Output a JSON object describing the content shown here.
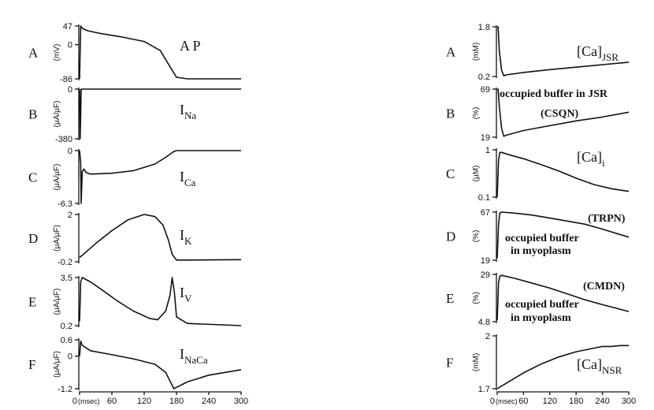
{
  "chart_data": [
    {
      "type": "line",
      "column": "left",
      "letter": "A",
      "title": "A P",
      "ylabel": "(mV)",
      "ylim": [
        -86,
        47
      ],
      "yticks": [
        "47",
        "0",
        "-86"
      ],
      "ytick_values": [
        47,
        0,
        -86
      ],
      "x": [
        0,
        2,
        6,
        15,
        40,
        80,
        120,
        150,
        170,
        180,
        200,
        240,
        300
      ],
      "values": [
        -86,
        47,
        40,
        35,
        28,
        19,
        8,
        -15,
        -60,
        -82,
        -86,
        -86,
        -86
      ]
    },
    {
      "type": "line",
      "column": "left",
      "letter": "B",
      "title": "I",
      "title_sub": "Na",
      "ylabel": "(μA/μF)",
      "ylim": [
        -380,
        0
      ],
      "yticks": [
        "0",
        "-380"
      ],
      "ytick_values": [
        0,
        -380
      ],
      "x": [
        0,
        1,
        2,
        3,
        10,
        300
      ],
      "values": [
        0,
        -380,
        -200,
        0,
        0,
        0
      ]
    },
    {
      "type": "line",
      "column": "left",
      "letter": "C",
      "title": "I",
      "title_sub": "Ca",
      "ylabel": "(μA/μF)",
      "ylim": [
        -6.3,
        0
      ],
      "yticks": [
        "0",
        "-6.3"
      ],
      "ytick_values": [
        0,
        -6.3
      ],
      "x": [
        0,
        2,
        3,
        5,
        8,
        12,
        20,
        60,
        100,
        140,
        160,
        175,
        180,
        200,
        300
      ],
      "values": [
        0,
        -1.5,
        -6.3,
        -2.5,
        -2.2,
        -2.6,
        -2.8,
        -2.7,
        -2.4,
        -1.6,
        -0.8,
        -0.1,
        0,
        0,
        0
      ]
    },
    {
      "type": "line",
      "column": "left",
      "letter": "D",
      "title": "I",
      "title_sub": "K",
      "ylabel": "(μA/μF)",
      "ylim": [
        -0.2,
        2
      ],
      "yticks": [
        "2",
        "-0.2"
      ],
      "ytick_values": [
        2,
        -0.2
      ],
      "x": [
        0,
        5,
        30,
        60,
        90,
        120,
        140,
        155,
        165,
        172,
        180,
        200,
        300
      ],
      "values": [
        0,
        0.1,
        0.65,
        1.25,
        1.75,
        2.0,
        1.9,
        1.5,
        0.8,
        0.15,
        -0.12,
        -0.12,
        -0.1
      ]
    },
    {
      "type": "line",
      "column": "left",
      "letter": "E",
      "title": "I",
      "title_sub": "V",
      "ylabel": "(μA/μF)",
      "ylim": [
        0.2,
        3.5
      ],
      "yticks": [
        "3.5",
        "0.2"
      ],
      "ytick_values": [
        3.5,
        0.2
      ],
      "x": [
        0,
        2,
        5,
        20,
        40,
        70,
        100,
        130,
        145,
        160,
        168,
        172,
        176,
        180,
        200,
        300
      ],
      "values": [
        0.5,
        3.2,
        3.5,
        3.2,
        2.7,
        1.9,
        1.2,
        0.7,
        0.6,
        1.2,
        2.3,
        3.5,
        2.5,
        0.8,
        0.35,
        0.2
      ]
    },
    {
      "type": "line",
      "column": "left",
      "letter": "F",
      "title": "I",
      "title_sub": "NaCa",
      "ylabel": "(μA/μF)",
      "ylim": [
        -1.2,
        0.6
      ],
      "yticks": [
        "0.6",
        "0",
        "-1.2"
      ],
      "ytick_values": [
        0.6,
        0,
        -1.2
      ],
      "x": [
        0,
        2,
        5,
        20,
        60,
        100,
        140,
        160,
        175,
        180,
        200,
        240,
        300
      ],
      "values": [
        0,
        0.55,
        0.4,
        0.2,
        0.05,
        -0.1,
        -0.3,
        -0.6,
        -1.2,
        -1.15,
        -0.95,
        -0.7,
        -0.5
      ]
    },
    {
      "type": "line",
      "column": "right",
      "letter": "A",
      "title": "[Ca]",
      "title_sub": "JSR",
      "ylabel": "(mM)",
      "ylim": [
        0.2,
        1.8
      ],
      "yticks": [
        "1.8",
        "0.2"
      ],
      "ytick_values": [
        1.8,
        0.2
      ],
      "x": [
        0,
        2,
        5,
        10,
        15,
        20,
        60,
        120,
        180,
        240,
        300
      ],
      "values": [
        1.8,
        1.8,
        1.0,
        0.4,
        0.22,
        0.25,
        0.33,
        0.42,
        0.5,
        0.58,
        0.66
      ]
    },
    {
      "type": "line",
      "column": "right",
      "letter": "B",
      "title": "",
      "annotation": [
        "occupied buffer in JSR",
        "(CSQN)"
      ],
      "ylabel": "(%)",
      "ylim": [
        19,
        69
      ],
      "yticks": [
        "69",
        "19"
      ],
      "ytick_values": [
        69,
        19
      ],
      "x": [
        0,
        2,
        5,
        10,
        15,
        20,
        60,
        120,
        180,
        240,
        300
      ],
      "values": [
        69,
        69,
        50,
        28,
        20,
        21,
        26,
        31,
        36,
        40,
        45
      ]
    },
    {
      "type": "line",
      "column": "right",
      "letter": "C",
      "title": "[Ca]",
      "title_sub": "i",
      "ylabel": "(μM)",
      "ylim": [
        0.1,
        1
      ],
      "yticks": [
        "1",
        "0.1"
      ],
      "ytick_values": [
        1,
        0.1
      ],
      "x": [
        0,
        3,
        6,
        10,
        30,
        60,
        100,
        140,
        180,
        220,
        260,
        300
      ],
      "values": [
        0.1,
        0.8,
        0.95,
        0.95,
        0.9,
        0.83,
        0.72,
        0.6,
        0.46,
        0.34,
        0.26,
        0.21
      ]
    },
    {
      "type": "line",
      "column": "right",
      "letter": "D",
      "title": "",
      "annotation": [
        "(TRPN)",
        "occupied buffer",
        "in myoplasm"
      ],
      "ylabel": "(%)",
      "ylim": [
        19,
        67
      ],
      "yticks": [
        "67",
        "19"
      ],
      "ytick_values": [
        67,
        19
      ],
      "x": [
        0,
        3,
        6,
        10,
        40,
        80,
        120,
        160,
        200,
        240,
        300
      ],
      "values": [
        21,
        55,
        66,
        67,
        66,
        64,
        61,
        58,
        55,
        50,
        42
      ]
    },
    {
      "type": "line",
      "column": "right",
      "letter": "E",
      "title": "",
      "annotation": [
        "(CMDN)",
        "occupied buffer",
        "in myoplasm"
      ],
      "ylabel": "(%)",
      "ylim": [
        4.8,
        29
      ],
      "yticks": [
        "29",
        "4.8"
      ],
      "ytick_values": [
        29,
        4.8
      ],
      "x": [
        0,
        3,
        6,
        10,
        40,
        80,
        120,
        160,
        200,
        240,
        300
      ],
      "values": [
        5.5,
        25,
        28,
        28.5,
        27,
        24.5,
        22,
        19,
        16,
        13.5,
        10
      ]
    },
    {
      "type": "line",
      "column": "right",
      "letter": "F",
      "title": "[Ca]",
      "title_sub": "NSR",
      "ylabel": "(mM)",
      "ylim": [
        1.7,
        2
      ],
      "yticks": [
        "2",
        "1.7"
      ],
      "ytick_values": [
        2,
        1.7
      ],
      "x": [
        0,
        20,
        60,
        100,
        140,
        180,
        220,
        240,
        260,
        280,
        300
      ],
      "values": [
        1.7,
        1.73,
        1.79,
        1.84,
        1.88,
        1.91,
        1.93,
        1.94,
        1.94,
        1.945,
        1.945
      ]
    }
  ],
  "x_axis": {
    "xlim": [
      0,
      300
    ],
    "tick_values": [
      0,
      60,
      120,
      180,
      240,
      300
    ],
    "tick_labels": [
      "0",
      "60",
      "120",
      "180",
      "240",
      "300"
    ],
    "unit": "(msec)"
  }
}
